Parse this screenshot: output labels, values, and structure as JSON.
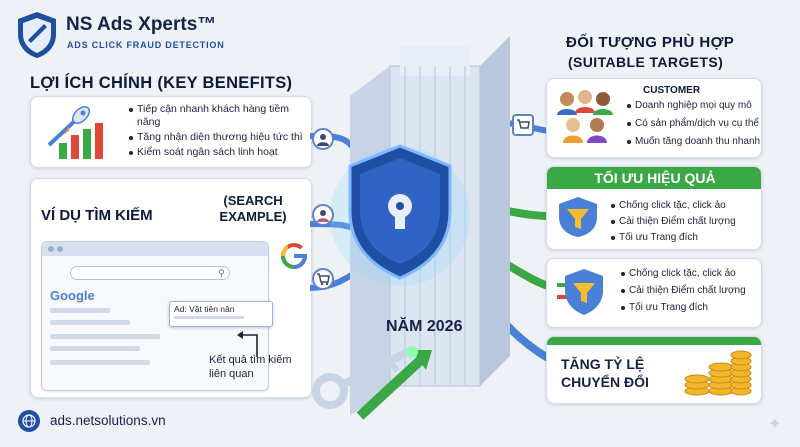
{
  "brand": {
    "name": "NS Ads Xperts™",
    "tagline": "ADS CLICK FRAUD DETECTION",
    "accent": "#1f4fa3"
  },
  "benefits": {
    "title": "LỢI ÍCH CHÍNH (KEY BENEFITS)",
    "items": [
      "Tiếp cận nhanh khách hàng tiềm năng",
      "Tăng nhận diện thương hiệu tức thì",
      "Kiểm soát ngân sách linh hoạt"
    ]
  },
  "search": {
    "title": "VÍ DỤ TÌM KIẾM",
    "title_en": "(SEARCH EXAMPLE)",
    "google": "Google",
    "ad_label": "Ad: Vật tiên nân",
    "result_note": "Kết quả tìm kiếm liên quan"
  },
  "center": {
    "year": "NĂM 2026"
  },
  "targets": {
    "title": "ĐỐI TƯỢNG PHÙ HỢP",
    "title_en": "(SUITABLE TARGETS)",
    "label": "CUSTOMER",
    "items": [
      "Doanh nghiệp mọi quy mô",
      "Có sản phẩm/dịch vụ cụ thể",
      "Muốn tăng doanh thu nhanh"
    ]
  },
  "optimize": {
    "title": "TỐI ƯU HIỆU QUẢ",
    "items": [
      "Chống click tặc, click ảo",
      "Cải thiện Điểm chất lượng",
      "Tối ưu Trang đích"
    ]
  },
  "optimize2": {
    "items": [
      "Chống click tặc, click ảo",
      "Cải thiện Điểm chất lượng",
      "Tối ưu Trang đích"
    ]
  },
  "conversion": {
    "title": "TĂNG TỶ LỆ CHUYỂN ĐỔI"
  },
  "footer": {
    "url": "ads.netsolutions.vn"
  },
  "icons": [
    "shield-logo-icon",
    "rocket-icon",
    "bar-chart-icon",
    "google-g-icon",
    "user-icon",
    "cart-icon",
    "funnel-icon",
    "key-icon",
    "lock-icon",
    "globe-icon",
    "coins-icon",
    "people-icon",
    "sparkle-icon"
  ]
}
